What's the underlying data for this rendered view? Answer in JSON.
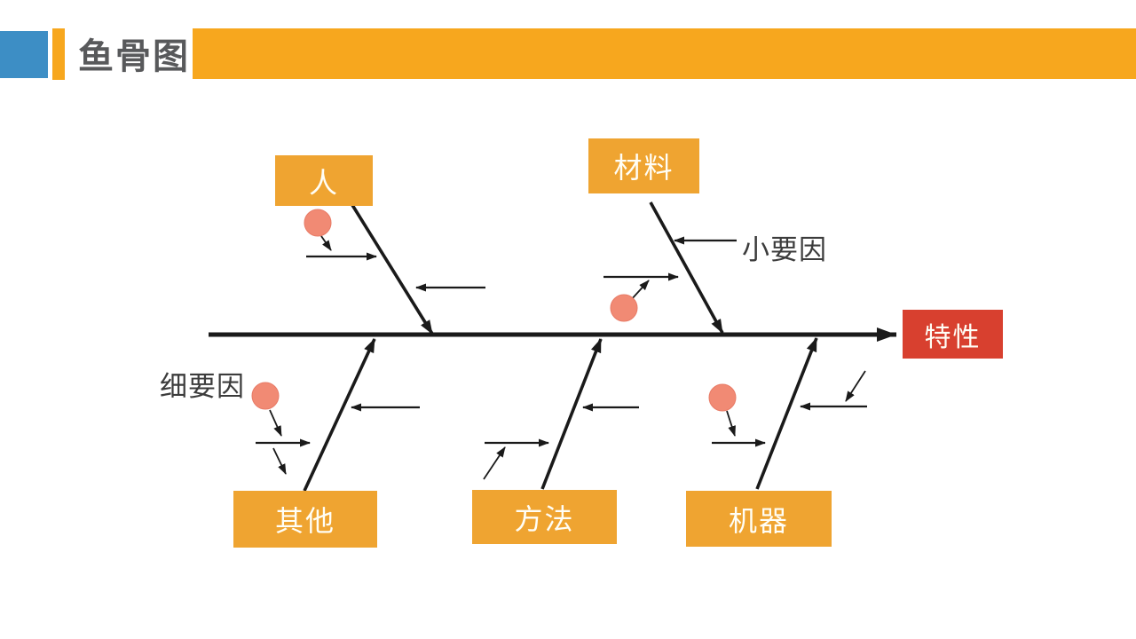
{
  "header": {
    "title": "鱼骨图"
  },
  "colors": {
    "header_bar": "#F7A71E",
    "accent_blue": "#3D8EC5",
    "category_box": "#EFA431",
    "effect_box": "#D8402F",
    "cause_dot": "#F18A74",
    "line": "#1A1A1A",
    "title_text": "#58595B",
    "annotation_text": "#3C3C3C",
    "box_text": "#FFFEF6"
  },
  "diagram": {
    "type": "fishbone",
    "effect": {
      "label": "特性"
    },
    "categories": [
      {
        "label": "人",
        "side": "top"
      },
      {
        "label": "材料",
        "side": "top"
      },
      {
        "label": "其他",
        "side": "bottom"
      },
      {
        "label": "方法",
        "side": "bottom"
      },
      {
        "label": "机器",
        "side": "bottom"
      }
    ],
    "annotations": [
      {
        "label": "小要因",
        "points_to": "材料 bone sub-branch"
      },
      {
        "label": "细要因",
        "points_to": "其他 bone fine-cause dot"
      }
    ],
    "cause_dot_count": 4
  }
}
